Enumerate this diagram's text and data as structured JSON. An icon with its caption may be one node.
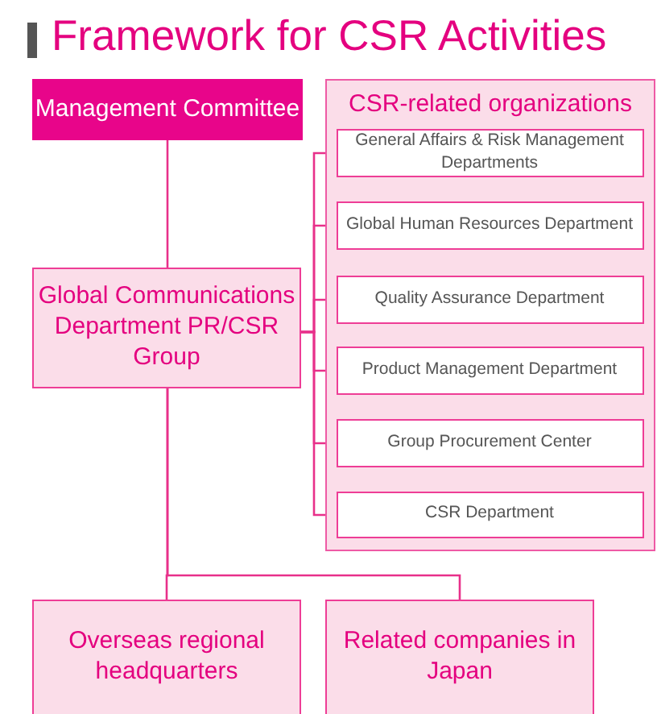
{
  "diagram": {
    "title": "Framework for CSR Activities",
    "nodes": [
      {
        "text": [
          "Management Committee"
        ]
      },
      {
        "text": [
          "CSR-related organizations"
        ]
      },
      {
        "text": [
          "General Affairs & Risk Management Departments"
        ],
        "in": 1
      },
      {
        "text": [
          "Global Human Resources Department"
        ],
        "in": 1
      },
      {
        "text": [
          "Quality Assurance Department"
        ],
        "in": 1
      },
      {
        "text": [
          "Product Management Department"
        ],
        "in": 1
      },
      {
        "text": [
          "Group Procurement Center"
        ],
        "in": 1
      },
      {
        "text": [
          "CSR Department"
        ],
        "in": 1
      },
      {
        "text": [
          "Global Communications Department PR/CSR Group"
        ]
      },
      {
        "text": [
          "Overseas regional headquarters"
        ]
      },
      {
        "text": [
          "Related companies in Japan"
        ]
      }
    ],
    "edges": [
      {
        "from": 0,
        "to": 8,
        "arrow": "none"
      },
      {
        "from": 8,
        "to": 2,
        "arrow": "none"
      },
      {
        "from": 8,
        "to": 3,
        "arrow": "none"
      },
      {
        "from": 8,
        "to": 4,
        "arrow": "none"
      },
      {
        "from": 8,
        "to": 5,
        "arrow": "none"
      },
      {
        "from": 8,
        "to": 6,
        "arrow": "none"
      },
      {
        "from": 8,
        "to": 7,
        "arrow": "none"
      },
      {
        "from": 8,
        "to": 9,
        "arrow": "none"
      },
      {
        "from": 8,
        "to": 10,
        "arrow": "none"
      }
    ]
  }
}
